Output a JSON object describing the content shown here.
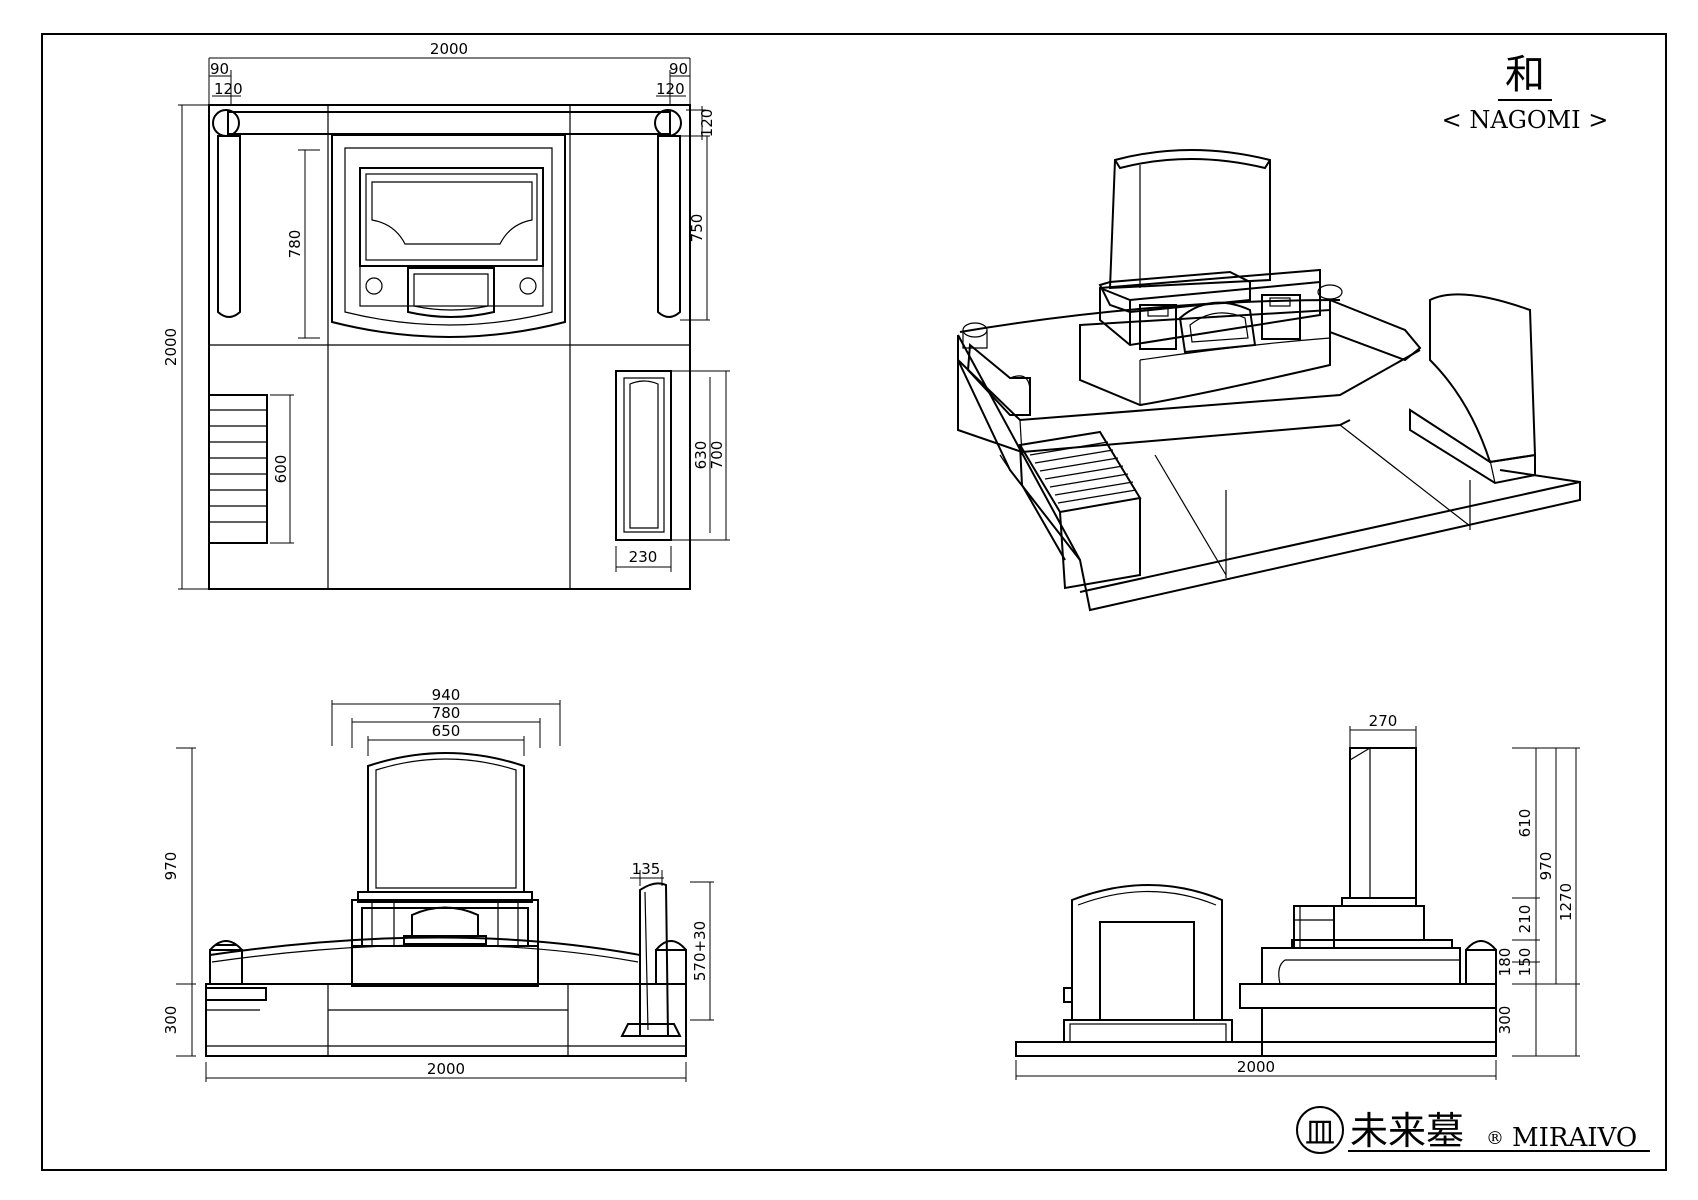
{
  "title": {
    "kanji": "和",
    "roman": "< NAGOMI >"
  },
  "brand": {
    "logo_glyph": "皿",
    "name_jp": "未来墓",
    "registered": "®",
    "name_en": "MIRAIVO"
  },
  "plan_view": {
    "width_total": "2000",
    "edge_left": "90",
    "edge_right": "90",
    "post_left": "120",
    "post_right": "120",
    "post_depth": "120",
    "depth_total": "2000",
    "fence_length": "780",
    "fence_length_right": "750",
    "stair_length": "600",
    "bench_inner": "630",
    "bench_outer": "700",
    "bench_width": "230"
  },
  "front_view": {
    "base_width": "940",
    "die_width": "780",
    "stone_width": "650",
    "height_upper": "970",
    "height_base": "300",
    "plaque_thickness": "135",
    "plaque_height": "570+30",
    "width_total": "2000"
  },
  "side_view": {
    "stone_depth": "270",
    "h_stone": "610",
    "h_upper": "970",
    "h_total": "1270",
    "h_die": "210",
    "h_step1": "180",
    "h_step2": "150",
    "h_base": "300",
    "width_total": "2000"
  }
}
